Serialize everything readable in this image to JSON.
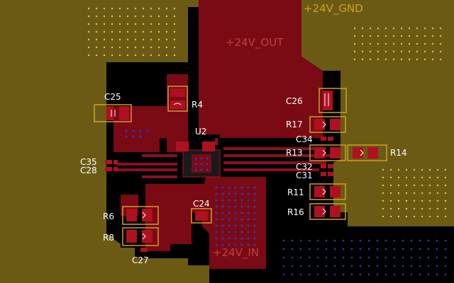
{
  "layout_view": {
    "net_labels": {
      "gnd": "+24V_GND",
      "out": "+24V_OUT",
      "in": "+24V_IN"
    },
    "references": {
      "c25": "C25",
      "r4": "R4",
      "u2": "U2",
      "c26": "C26",
      "r17": "R17",
      "c34": "C34",
      "r13": "R13",
      "r14": "R14",
      "c35": "C35",
      "c28": "C28",
      "c32": "C32",
      "c31": "C31",
      "r11": "R11",
      "r16": "R16",
      "c24": "C24",
      "r6": "R6",
      "r8": "R8",
      "c27": "C27"
    },
    "colors": {
      "background": "#000000",
      "gnd_pour": "#6b5a14",
      "copper_red": "#7a0a14",
      "silkscreen": "#c9a227",
      "pad_red": "#b01020",
      "via_blue": "#2030c0",
      "via_yellow": "#e8c840"
    }
  }
}
